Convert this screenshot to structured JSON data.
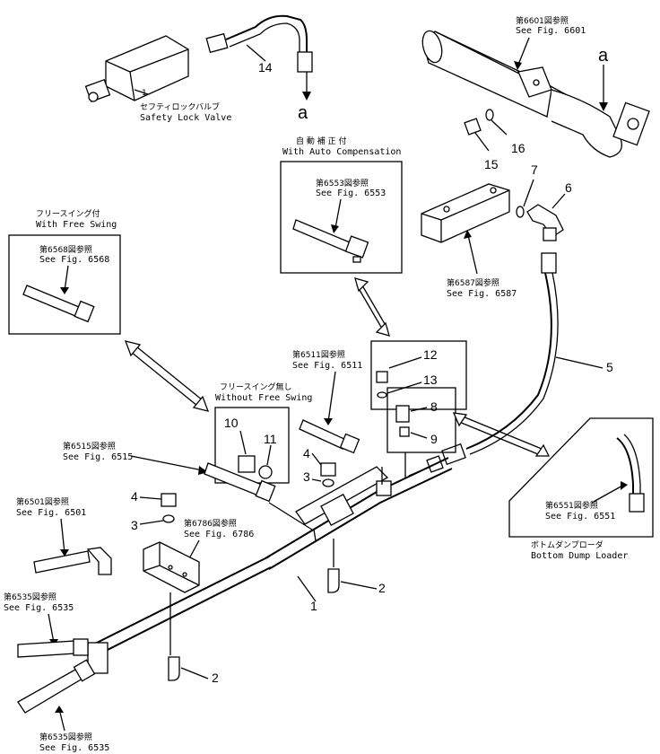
{
  "callouts": {
    "fig6601": {
      "jp": "第6601図参照",
      "en": "See Fig. 6601"
    },
    "safety_lock": {
      "jp": "セフティロックバルブ",
      "en": "Safety Lock Valve"
    },
    "auto_comp": {
      "jp": "自 動 補 正 付",
      "en": "With Auto Compensation"
    },
    "fig6553": {
      "jp": "第6553図参照",
      "en": "See Fig. 6553"
    },
    "free_swing": {
      "jp": "フリースイング付",
      "en": "With Free Swing"
    },
    "fig6568": {
      "jp": "第6568図参照",
      "en": "See Fig. 6568"
    },
    "fig6587": {
      "jp": "第6587図参照",
      "en": "See Fig. 6587"
    },
    "fig6511": {
      "jp": "第6511図参照",
      "en": "See Fig. 6511"
    },
    "without_free_swing": {
      "jp": "フリースイング無し",
      "en": "Without Free Swing"
    },
    "fig6515": {
      "jp": "第6515図参照",
      "en": "See Fig. 6515"
    },
    "fig6501": {
      "jp": "第6501図参照",
      "en": "See Fig. 6501"
    },
    "fig6786": {
      "jp": "第6786図参照",
      "en": "See Fig. 6786"
    },
    "fig6535_top": {
      "jp": "第6535図参照",
      "en": "See Fig. 6535"
    },
    "fig6535_bottom": {
      "jp": "第6535図参照",
      "en": "See Fig. 6535"
    },
    "fig6551": {
      "jp": "第6551図参照",
      "en": "See Fig. 6551"
    },
    "bottom_dump": {
      "jp": "ボトムダンプローダ",
      "en": "Bottom Dump Loader"
    }
  },
  "letter_a_1": "a",
  "letter_a_2": "a",
  "part_numbers": {
    "p1": "1",
    "p2a": "2",
    "p2b": "2",
    "p3a": "3",
    "p3b": "3",
    "p4a": "4",
    "p4b": "4",
    "p5": "5",
    "p6": "6",
    "p7": "7",
    "p8": "8",
    "p9": "9",
    "p10": "10",
    "p11": "11",
    "p12": "12",
    "p13": "13",
    "p14": "14",
    "p15": "15",
    "p16": "16"
  },
  "valve_tag": "1"
}
